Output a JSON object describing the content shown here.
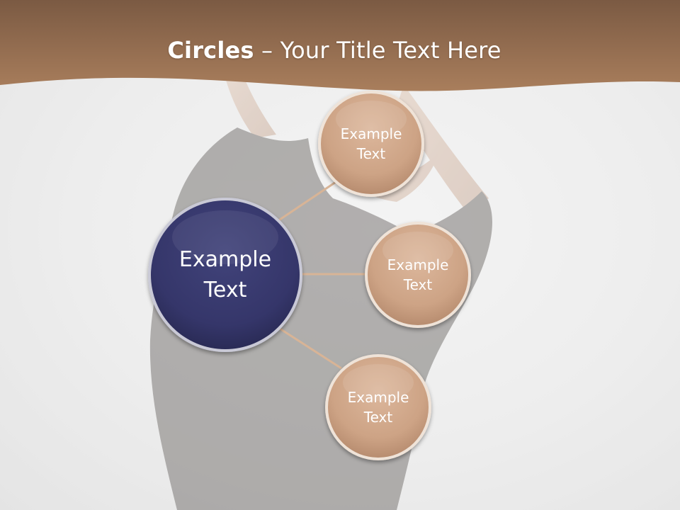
{
  "title": {
    "bold": "Circles",
    "rest": " – Your Title Text Here"
  },
  "center": {
    "label": "Example\nText"
  },
  "satellites": [
    {
      "label": "Example\nText"
    },
    {
      "label": "Example\nText"
    },
    {
      "label": "Example\nText"
    }
  ],
  "colors": {
    "header": "#a27552",
    "center_fill": "#35366a",
    "satellite_fill": "#d2a98b",
    "connector": "#d8b496"
  }
}
